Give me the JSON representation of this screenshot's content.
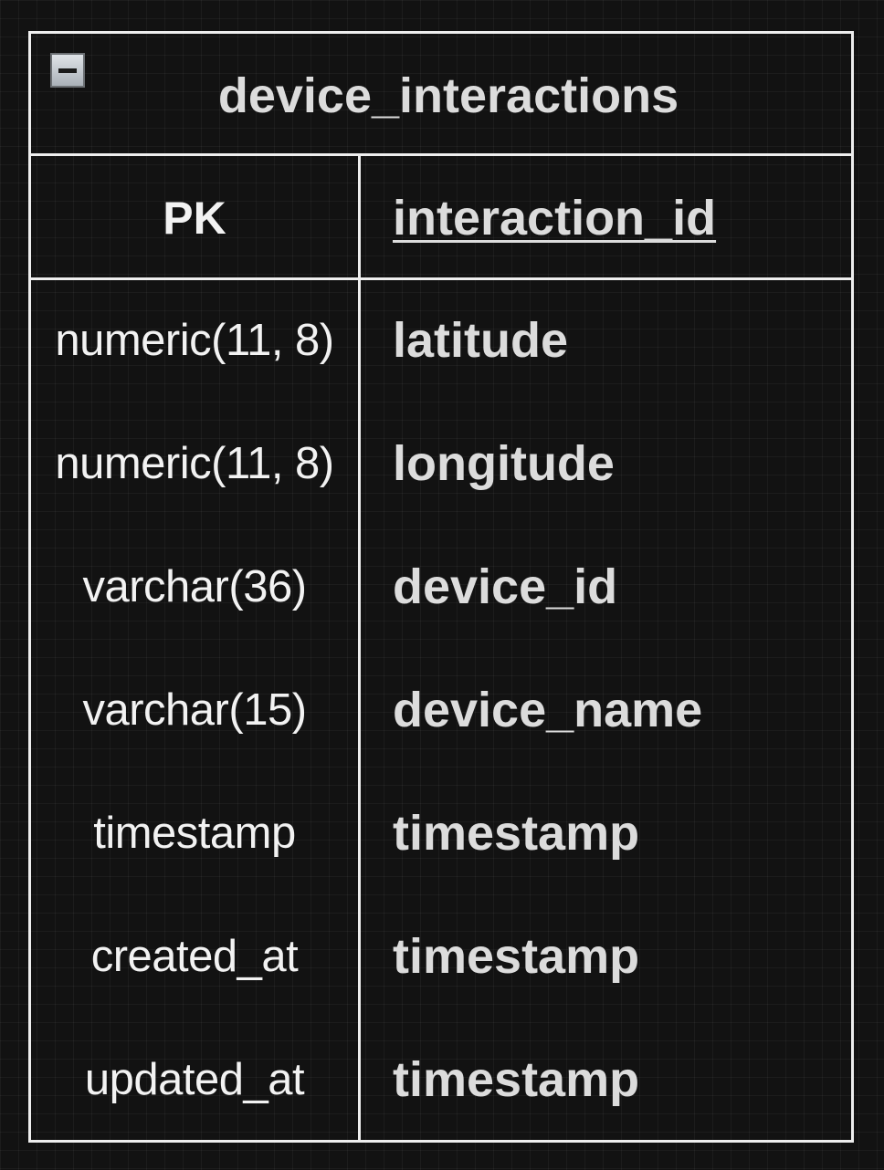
{
  "entity": {
    "title": "device_interactions",
    "collapse_icon": "minus-box-icon",
    "primary_key": {
      "key": "PK",
      "name": "interaction_id"
    },
    "attributes": [
      {
        "type": "numeric(11, 8)",
        "name": "latitude"
      },
      {
        "type": "numeric(11, 8)",
        "name": "longitude"
      },
      {
        "type": "varchar(36)",
        "name": "device_id"
      },
      {
        "type": "varchar(15)",
        "name": "device_name"
      },
      {
        "type": "timestamp",
        "name": "timestamp"
      },
      {
        "type": "created_at",
        "name": "timestamp"
      },
      {
        "type": "updated_at",
        "name": "timestamp"
      }
    ]
  },
  "colors": {
    "background": "#121212",
    "border": "#eeeeee",
    "text": "#dcdcdc"
  }
}
